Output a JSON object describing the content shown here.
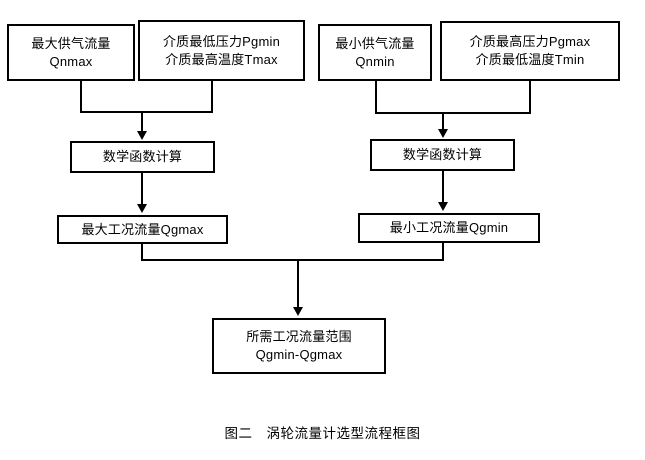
{
  "diagram": {
    "caption_label": "图二",
    "caption_title": "涡轮流量计选型流程框图",
    "nodes": {
      "qnmax": {
        "line1": "最大供气流量",
        "line2": "Qnmax"
      },
      "pgmin": {
        "line1": "介质最低压力Pgmin",
        "line2": "介质最高温度Tmax"
      },
      "qnmin": {
        "line1": "最小供气流量",
        "line2": "Qnmin"
      },
      "pgmax": {
        "line1": "介质最高压力Pgmax",
        "line2": "介质最低温度Tmin"
      },
      "calc_left": {
        "line1": "数学函数计算"
      },
      "calc_right": {
        "line1": "数学函数计算"
      },
      "qgmax": {
        "line1": "最大工况流量Qgmax"
      },
      "qgmin": {
        "line1": "最小工况流量Qgmin"
      },
      "range": {
        "line1": "所需工况流量范围",
        "line2": "Qgmin-Qgmax"
      }
    },
    "colors": {
      "stroke": "#000000",
      "fill": "#ffffff",
      "text": "#000000"
    }
  }
}
